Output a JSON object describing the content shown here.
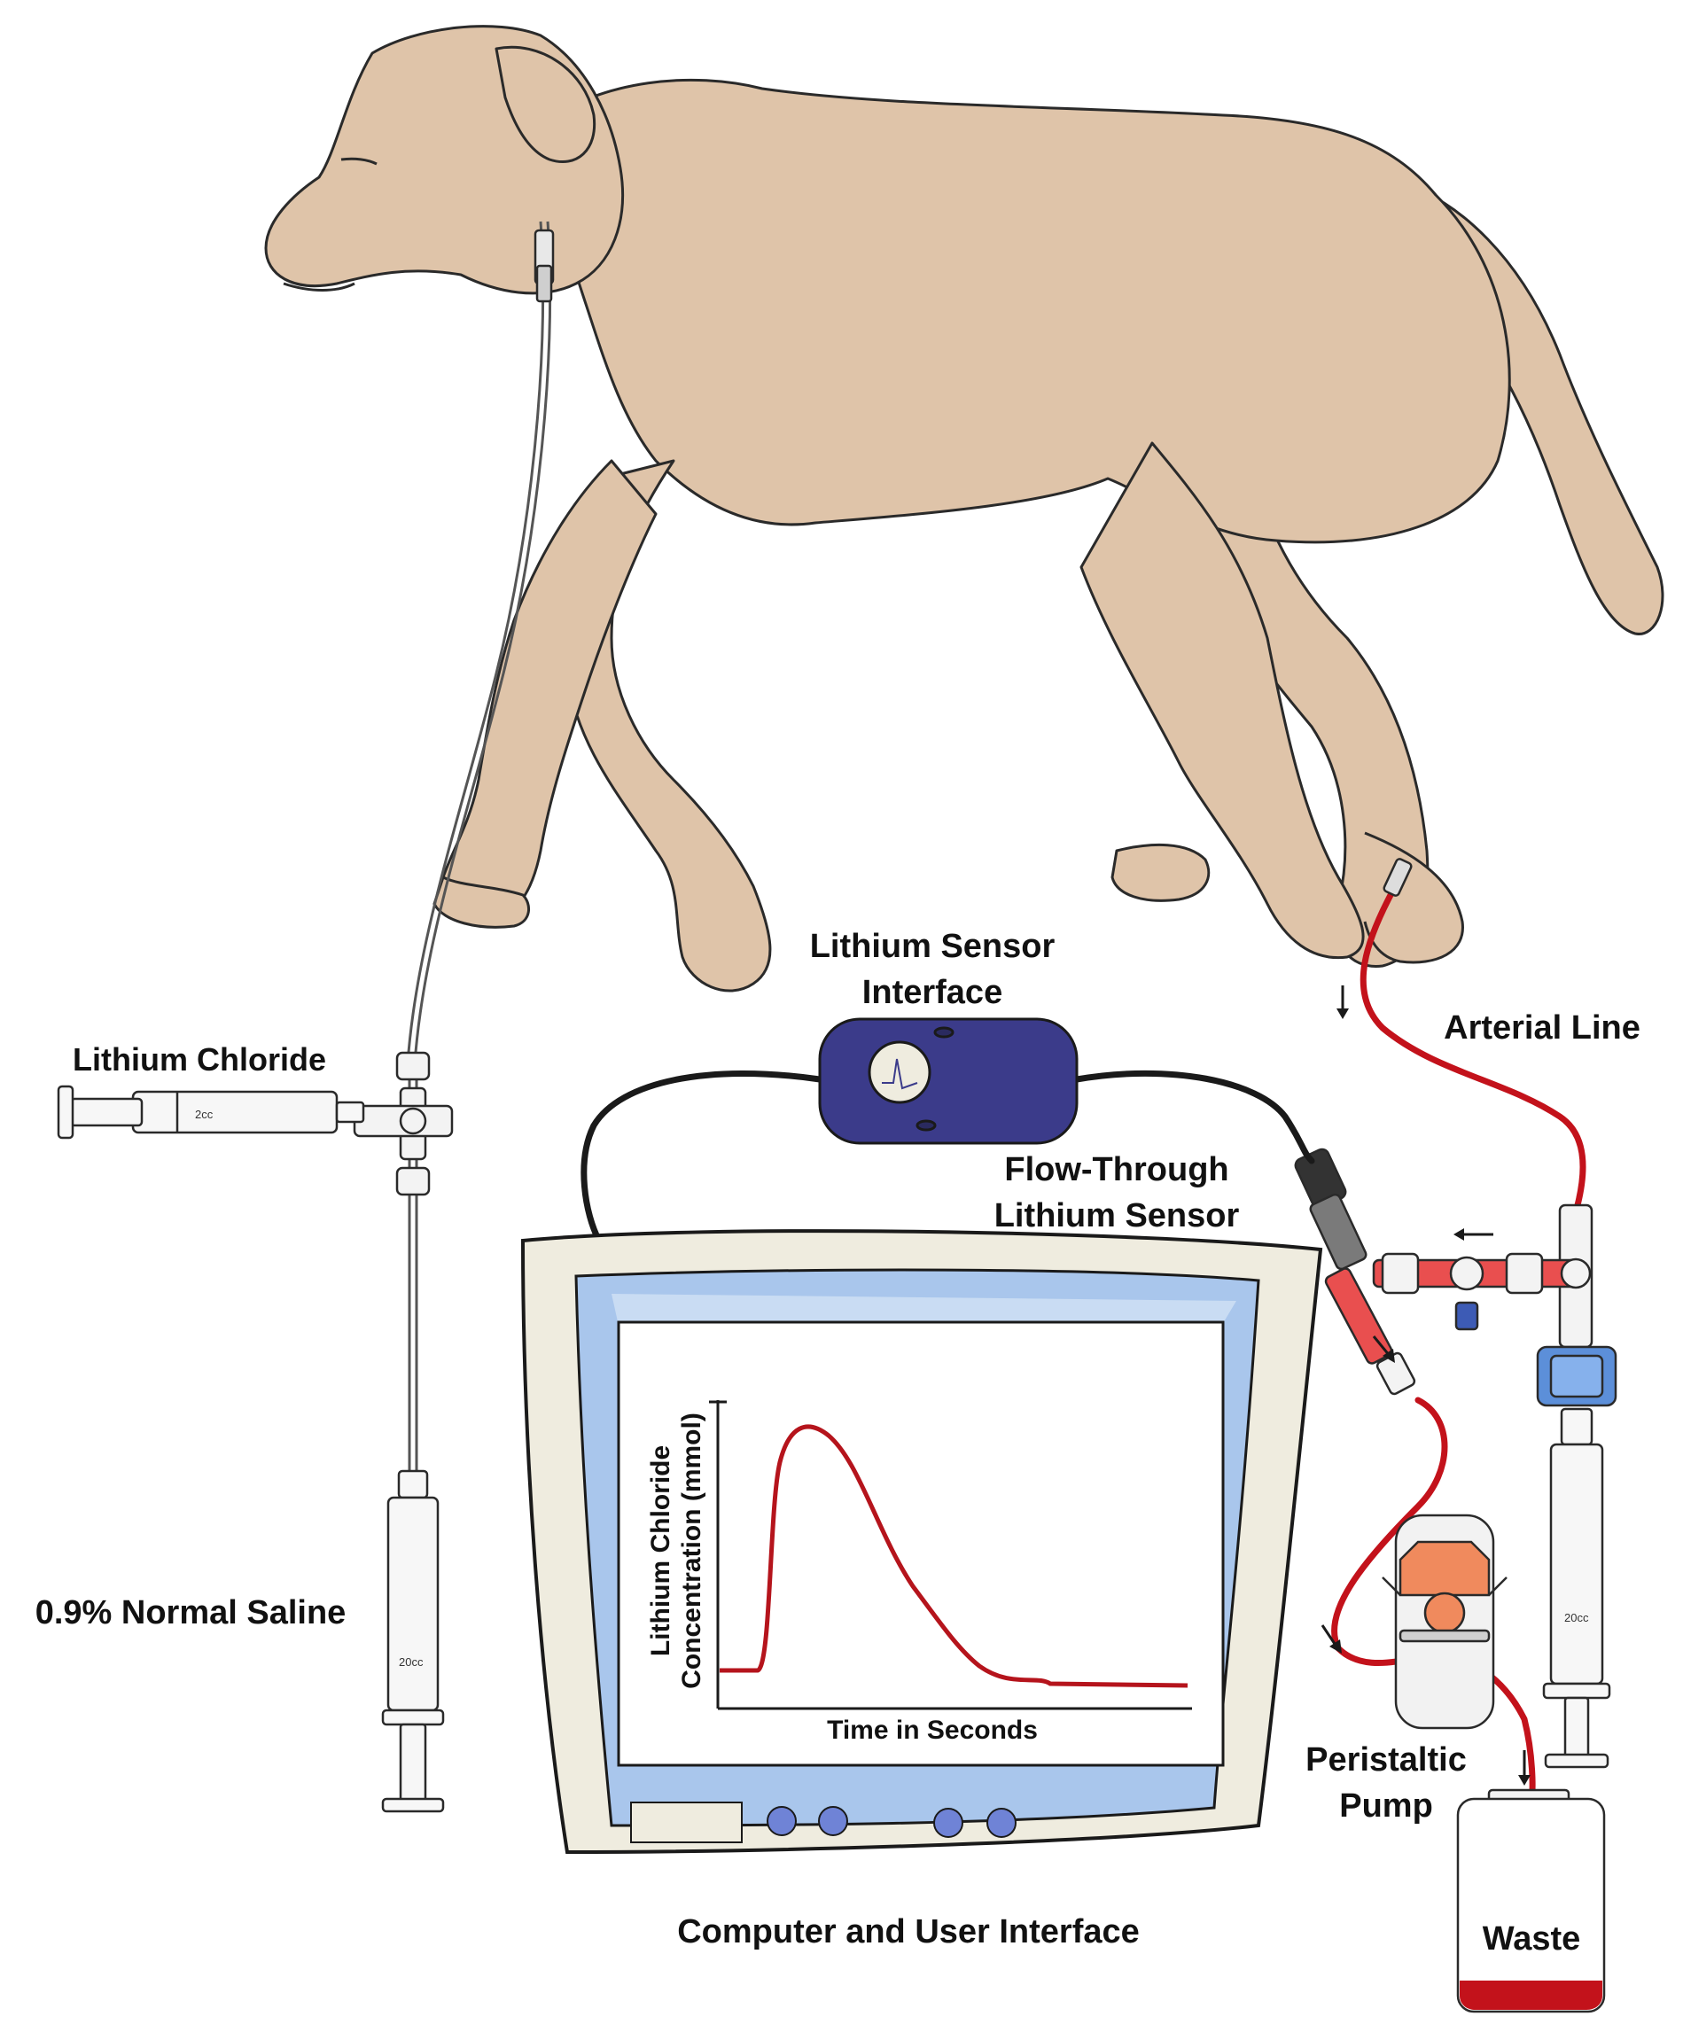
{
  "labels": {
    "lithium_sensor_interface_line1": "Lithium Sensor",
    "lithium_sensor_interface_line2": "Interface",
    "arterial_line": "Arterial Line",
    "lithium_chloride": "Lithium Chloride",
    "flow_through_line1": "Flow-Through",
    "flow_through_line2": "Lithium Sensor",
    "normal_saline": "0.9% Normal Saline",
    "peristaltic_pump_line1": "Peristaltic",
    "peristaltic_pump_line2": "Pump",
    "waste": "Waste",
    "computer_ui": "Computer and User Interface"
  },
  "syringe_marks": {
    "lithium_chloride": "2cc",
    "saline": "20cc",
    "arterial": "20cc"
  },
  "screen_chart": {
    "ylabel_line1": "Lithium Chloride",
    "ylabel_line2": "Concentration (mmol)",
    "xlabel": "Time in Seconds"
  },
  "colors": {
    "dog_fill": "#dfc4a9",
    "outline": "#2a2a2a",
    "blood": "#c3121b",
    "monitor_frame": "#efecdf",
    "screen_bezel": "#a9c6ec",
    "sensor_box": "#3b3b8a",
    "pump_orange": "#f08a5d",
    "curve": "#b5141c"
  }
}
